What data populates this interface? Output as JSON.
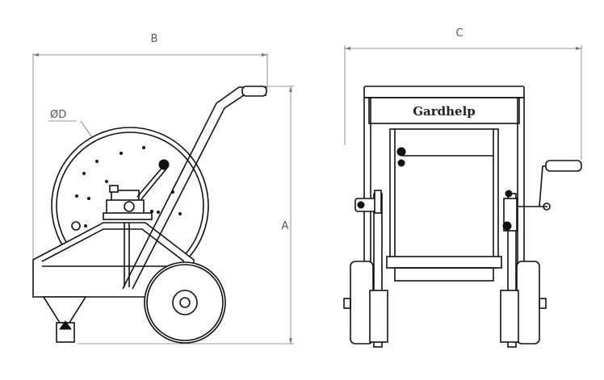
{
  "dimensions": {
    "width_label": "B",
    "height_label": "A",
    "side_width_label": "C",
    "drum_diameter_label": "ØD"
  },
  "brand": {
    "logo_text": "Gardhelp"
  }
}
